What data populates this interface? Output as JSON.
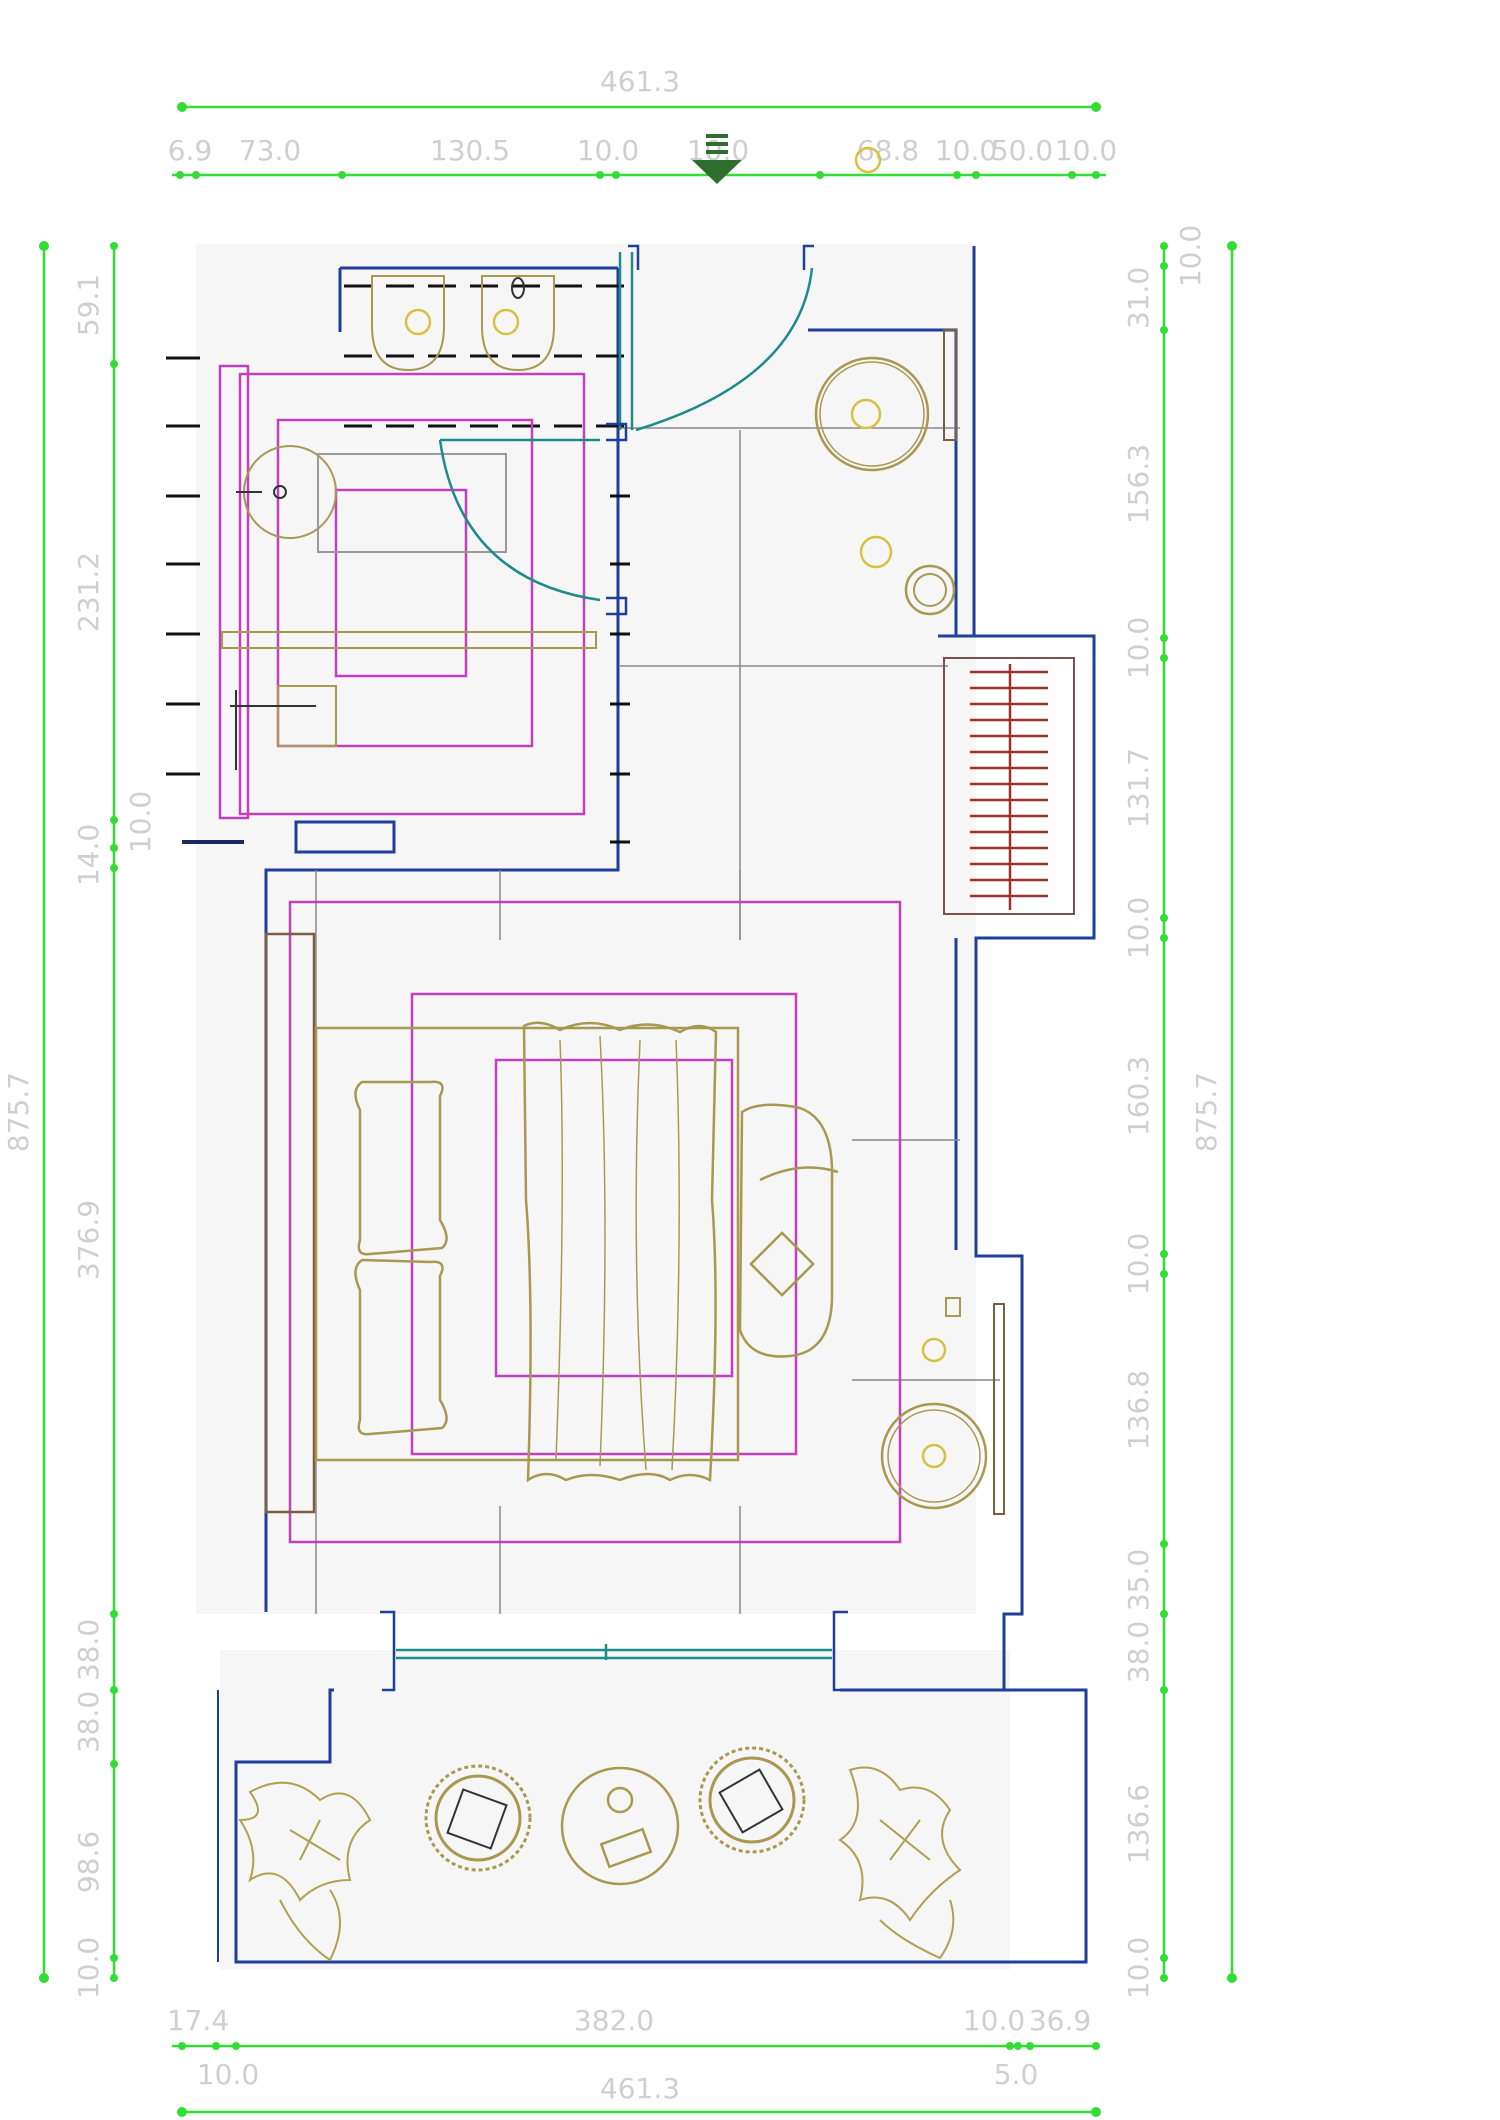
{
  "colors": {
    "dimension": "#33dd33",
    "dimension_text": "#cfcfcf",
    "wall": "#1f3f9a",
    "zone": "#c23fc0",
    "furniture": "#a89850",
    "door": "#1f8a8a",
    "radiator": "#a03030",
    "light_marker": "#d8c040",
    "plant": "#b0a050",
    "floor": "#f6f6f6"
  },
  "dimensions": {
    "top_total": "461.3",
    "top_segments": [
      "6.9",
      "73.0",
      "130.5",
      "10.0",
      "10.0",
      "68.8",
      "10.0",
      "50.0",
      "10.0"
    ],
    "bottom_total": "461.3",
    "bottom_segments_upper": [
      "17.4",
      "382.0",
      "10.0",
      "36.9"
    ],
    "bottom_segments_lower": [
      "10.0",
      "5.0"
    ],
    "left_total": "875.7",
    "left_segments": [
      "59.1",
      "231.2",
      "14.0",
      "10.0",
      "376.9",
      "38.0",
      "38.0",
      "98.6",
      "10.0"
    ],
    "right_total": "875.7",
    "right_segments": [
      "10.0",
      "31.0",
      "156.3",
      "10.0",
      "131.7",
      "10.0",
      "160.3",
      "10.0",
      "136.8",
      "35.0",
      "38.0",
      "136.6",
      "10.0"
    ]
  },
  "icons": {
    "entrance": "down-arrow-icon",
    "light": "circle-light-icon"
  }
}
